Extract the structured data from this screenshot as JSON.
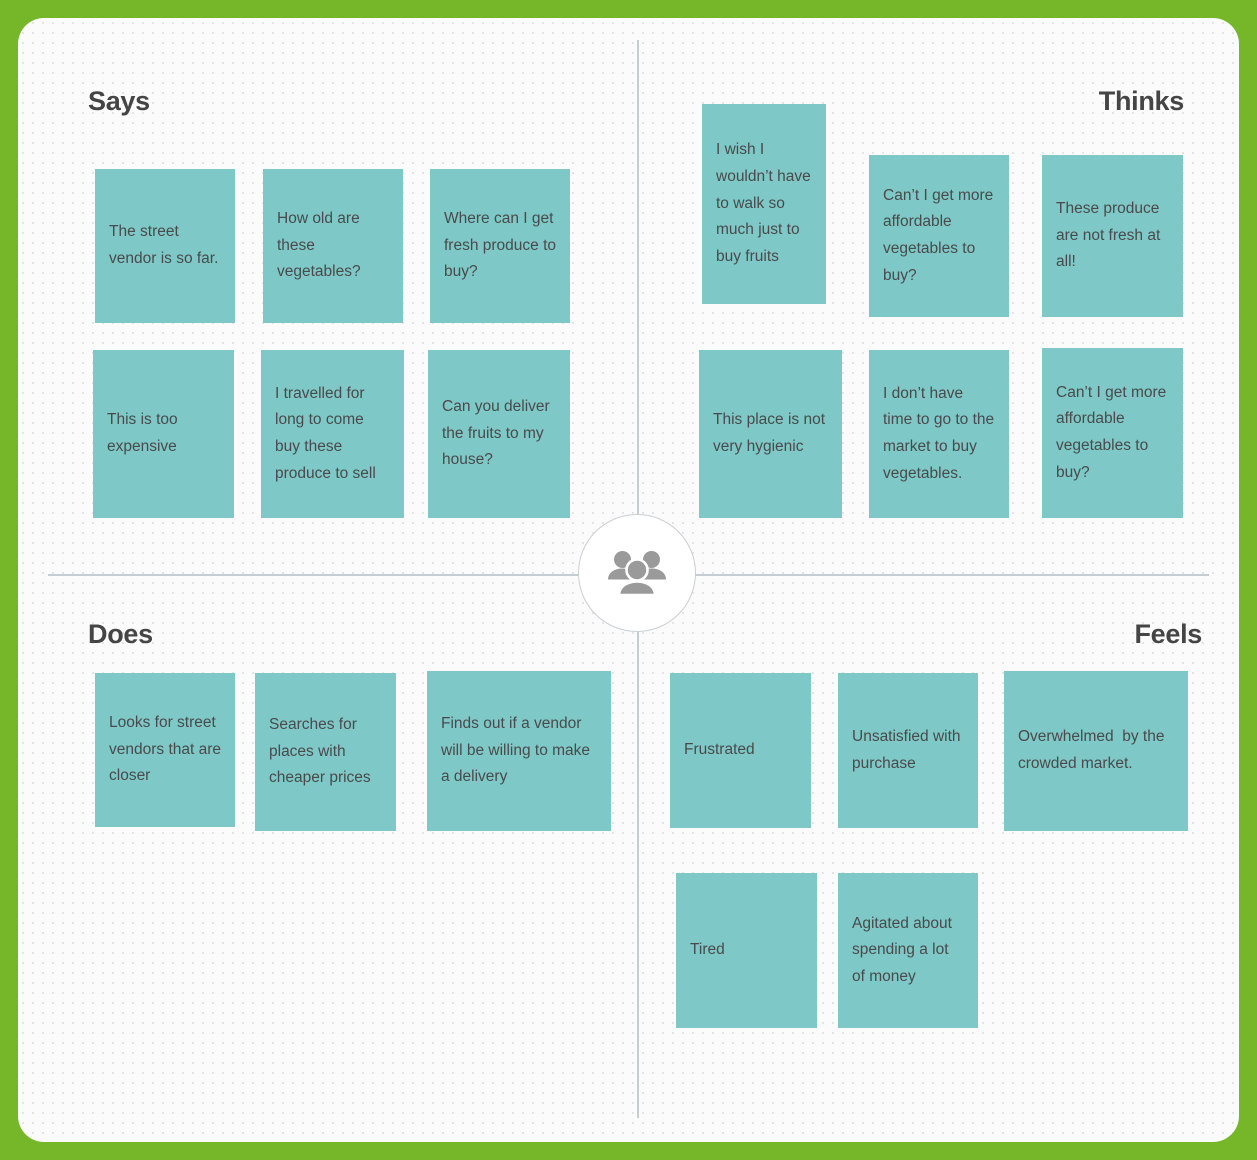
{
  "board": {
    "type": "empathy-map",
    "frame_color": "#76b72a",
    "board_color": "#fbfbfb",
    "note_color": "#7ec8c8",
    "note_text_color": "#4a4a4a",
    "heading_color": "#454545",
    "divider_color": "#c6cdd1"
  },
  "center": {
    "icon": "group-of-people-icon",
    "icon_color": "#9a9a9a"
  },
  "quadrants": {
    "says": {
      "title": "Says",
      "notes": [
        {
          "text": "The street vendor is so far."
        },
        {
          "text": "How old are these vegetables?"
        },
        {
          "text": "Where can I get fresh produce to buy?"
        },
        {
          "text": "This is too expensive"
        },
        {
          "text": "I travelled for long to come buy these produce to sell"
        },
        {
          "text": "Can you deliver the fruits to my house?"
        }
      ]
    },
    "thinks": {
      "title": "Thinks",
      "notes": [
        {
          "text": "I wish I wouldn’t have to walk so much just to  buy fruits"
        },
        {
          "text": "Can’t I get more affordable vegetables to buy?"
        },
        {
          "text": "These produce are not fresh at all!"
        },
        {
          "text": "This place is not very hygienic"
        },
        {
          "text": "I don’t have time to go to the market to buy vegetables."
        },
        {
          "text": "Can’t I get more affordable vegetables to buy?"
        }
      ]
    },
    "does": {
      "title": "Does",
      "notes": [
        {
          "text": "Looks for street vendors that are closer"
        },
        {
          "text": "Searches for places with cheaper prices"
        },
        {
          "text": "Finds out if a vendor will be willing to make a delivery"
        }
      ]
    },
    "feels": {
      "title": "Feels",
      "notes": [
        {
          "text": "Frustrated"
        },
        {
          "text": "Unsatisfied with purchase"
        },
        {
          "text": "Overwhelmed  by the crowded market."
        },
        {
          "text": "Tired"
        },
        {
          "text": "Agitated about spending a lot of money"
        }
      ]
    }
  }
}
